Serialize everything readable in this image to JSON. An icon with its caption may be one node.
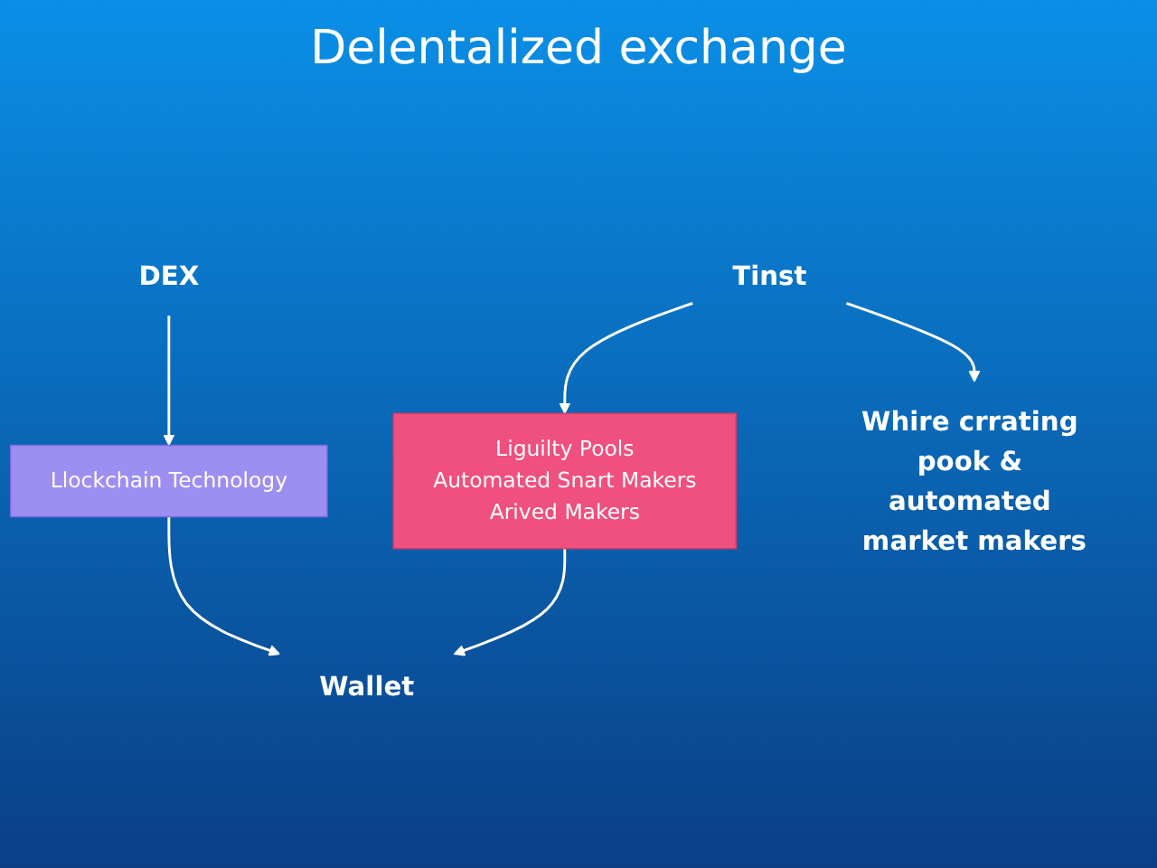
{
  "diagram": {
    "title": "Delentalized exchange",
    "nodes": [
      {
        "text": [
          "DEX"
        ]
      },
      {
        "text": [
          "Llockchain Technology"
        ]
      },
      {
        "text": [
          "Liguilty Pools",
          "Automated Snart Makers",
          "Arived Makers"
        ]
      },
      {
        "text": [
          "Wallet"
        ]
      },
      {
        "text": [
          "Tinst"
        ]
      },
      {
        "text": [
          "Whire crrating pook & automated market makers"
        ]
      }
    ],
    "edges": [
      {
        "from": 0,
        "to": 1,
        "arrow": "to"
      },
      {
        "from": 1,
        "to": 3,
        "arrow": "to"
      },
      {
        "from": 2,
        "to": 3,
        "arrow": "to"
      },
      {
        "from": 4,
        "to": 2,
        "arrow": "to"
      },
      {
        "from": 4,
        "to": 5,
        "arrow": "to"
      }
    ]
  }
}
